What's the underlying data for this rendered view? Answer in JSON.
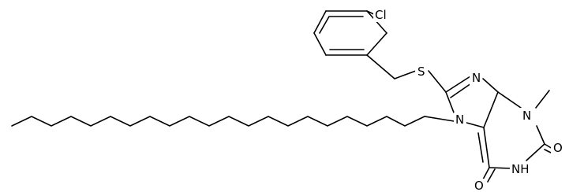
{
  "molecule": {
    "labels": {
      "cl": "Cl",
      "s": "S",
      "n_ring_top": "N",
      "n_methyl": "N",
      "n_alkyl": "N",
      "nh": "NH",
      "o_upper": "O",
      "o_lower": "O"
    }
  }
}
